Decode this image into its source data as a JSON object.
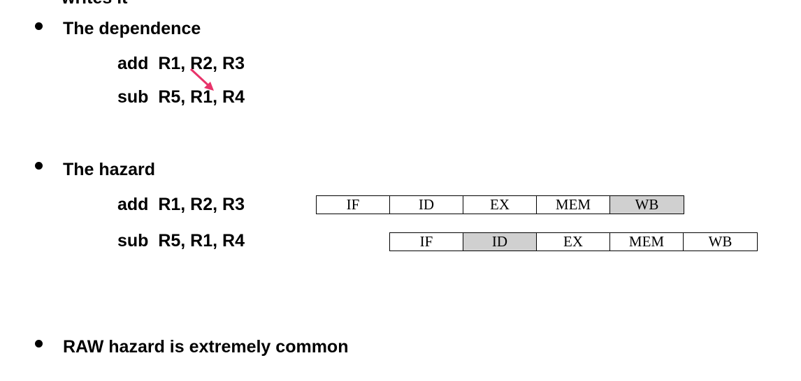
{
  "clipped_top_text": "writes it",
  "bullets": [
    {
      "label": "The dependence"
    },
    {
      "label": "The hazard"
    },
    {
      "label": "RAW hazard is extremely common"
    }
  ],
  "dependence": {
    "line1": "add  R1, R2, R3",
    "line2": "sub  R5, R1, R4",
    "arrow_color": "#e8336a"
  },
  "hazard": {
    "line1": "add  R1, R2, R3",
    "line2": "sub  R5, R1, R4",
    "pipe1": [
      "IF",
      "ID",
      "EX",
      "MEM",
      "WB"
    ],
    "pipe2": [
      "IF",
      "ID",
      "EX",
      "MEM",
      "WB"
    ],
    "highlight_color": "#d0d0d0"
  }
}
